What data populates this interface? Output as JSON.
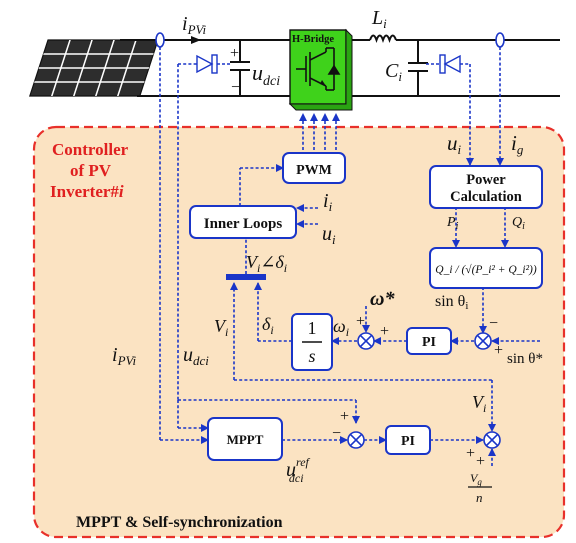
{
  "labels": {
    "i_pv_top": "i",
    "i_pv_top_sub": "PVi",
    "u_dc_top": "u",
    "u_dc_top_sub": "dci",
    "hbridge": "H-Bridge",
    "L": "L",
    "L_sub": "i",
    "C": "C",
    "C_sub": "i",
    "plus_dc": "+",
    "minus_dc": "−",
    "controller_line1": "Controller",
    "controller_line2": "of PV",
    "controller_line3": "Inverter#",
    "controller_line3_i": "i",
    "pwm": "PWM",
    "inner_loops": "Inner Loops",
    "ii": "i",
    "ii_sub": "i",
    "ui": "u",
    "ui_sub": "i",
    "u_meas": "u",
    "u_meas_sub": "i",
    "i_g": "i",
    "i_g_sub": "g",
    "power_calc_line1": "Power",
    "power_calc_line2": "Calculation",
    "P": "P",
    "P_sub": "i",
    "Q": "Q",
    "Q_sub": "i",
    "formula": "Q_i / (√(P_i² + Q_i²))",
    "sin_theta": "sin θ",
    "sin_theta_sub": "i",
    "sin_theta_star": "sin θ*",
    "omega_star": "ω*",
    "omega": "ω",
    "omega_sub": "i",
    "delta": "δ",
    "delta_sub": "i",
    "Vdelta": "V",
    "Vdelta_sub": "i",
    "angle": "∠δ",
    "angle_sub": "i",
    "integrator_num": "1",
    "integrator_den": "s",
    "pi_upper": "PI",
    "pi_lower": "PI",
    "mppt": "MPPT",
    "V_left": "V",
    "V_left_sub": "i",
    "i_pv_left": "i",
    "i_pv_left_sub": "PVi",
    "u_dc_left": "u",
    "u_dc_left_sub": "dci",
    "u_ref": "u",
    "u_ref_sup": "ref",
    "u_ref_sub": "dci",
    "V_right": "V",
    "V_right_sub": "i",
    "Vg_frac_num": "V",
    "Vg_frac_num_sub": "g",
    "Vg_frac_den": "n",
    "footer": "MPPT & Self-synchronization",
    "plus": "+",
    "minus": "−"
  },
  "colors": {
    "controller_fill": "#fbe3c2",
    "controller_border": "#e8302a",
    "signal": "#1a35c8",
    "hbridge": "#3fd21b",
    "panel": "#2d2d2d",
    "title_red": "#e02020"
  }
}
